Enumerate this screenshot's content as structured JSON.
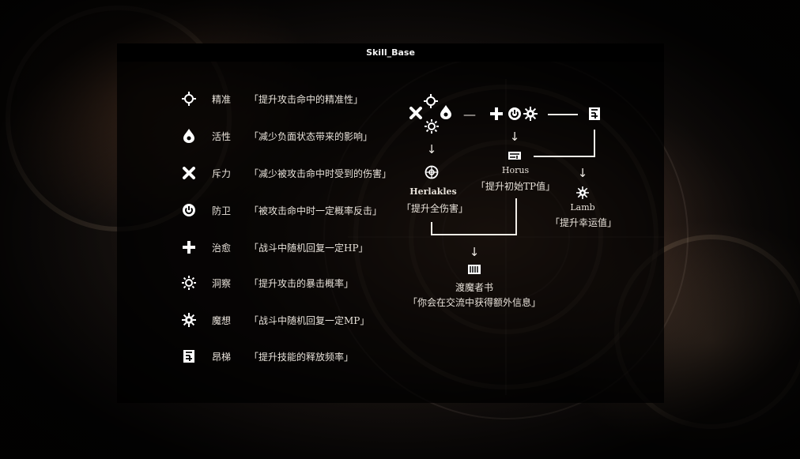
{
  "window": {
    "title": "Skill_Base"
  },
  "skills": [
    {
      "icon": "crosshair-icon",
      "name": "精准",
      "desc": "「提升攻击命中的精准性」"
    },
    {
      "icon": "flame-drop-icon",
      "name": "活性",
      "desc": "「减少负面状态带来的影响」"
    },
    {
      "icon": "cross-x-icon",
      "name": "斥力",
      "desc": "「减少被攻击命中时受到的伤害」"
    },
    {
      "icon": "power-icon",
      "name": "防卫",
      "desc": "「被攻击命中时一定概率反击」"
    },
    {
      "icon": "plus-icon",
      "name": "治愈",
      "desc": "「战斗中随机回复一定HP」"
    },
    {
      "icon": "sun-icon",
      "name": "洞察",
      "desc": "「提升攻击的暴击概率」"
    },
    {
      "icon": "gear-sun-icon",
      "name": "魔想",
      "desc": "「战斗中随机回复一定MP」"
    },
    {
      "icon": "ladder-icon",
      "name": "昂梯",
      "desc": "「提升技能的释放频率」"
    }
  ],
  "tree": {
    "herlakles": {
      "name": "Herlakles",
      "desc": "「提升全伤害」",
      "icon": "target-circle-icon"
    },
    "horus": {
      "name": "Horus",
      "desc": "「提升初始TP值」",
      "icon": "eye-glyph-icon"
    },
    "lamb": {
      "name": "Lamb",
      "desc": "「提升幸运值」",
      "icon": "starburst-icon"
    },
    "final": {
      "name": "渡魔者书",
      "desc": "「你会在交流中获得额外信息」",
      "icon": "book-grid-icon"
    },
    "arrow": "↓",
    "dash": "—"
  }
}
